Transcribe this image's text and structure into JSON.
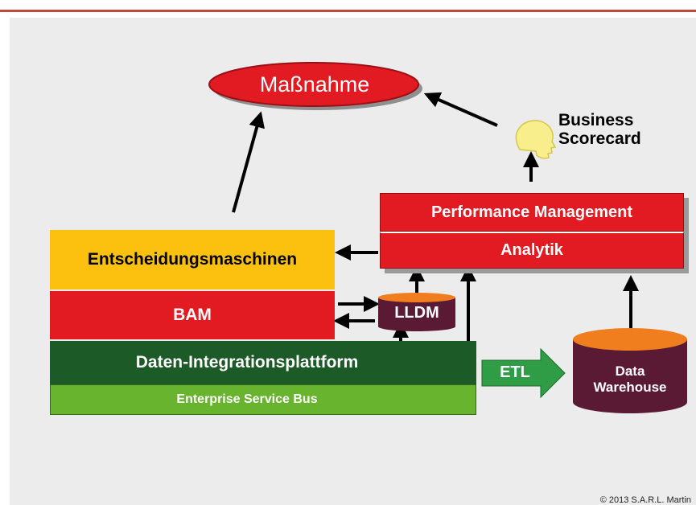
{
  "diagram": {
    "massnahme": "Maßnahme",
    "business_scorecard_line1": "Business",
    "business_scorecard_line2": "Scorecard",
    "performance_management": "Performance Management",
    "analytik": "Analytik",
    "entscheidungsmaschinen": "Entscheidungsmaschinen",
    "bam": "BAM",
    "lldm": "LLDM",
    "daten_integrationsplattform": "Daten-Integrationsplattform",
    "enterprise_service_bus": "Enterprise Service Bus",
    "etl": "ETL",
    "data_warehouse_line1": "Data",
    "data_warehouse_line2": "Warehouse",
    "copyright": "© 2013 S.A.R.L. Martin"
  },
  "colors": {
    "red": "#e21a22",
    "yellow": "#fcc10f",
    "dark_green": "#1c5a27",
    "light_green": "#68b42e",
    "maroon": "#5a1a33",
    "orange": "#f07d1e",
    "etl_green": "#2f9c46"
  },
  "icons": [
    "head-silhouette-icon"
  ]
}
